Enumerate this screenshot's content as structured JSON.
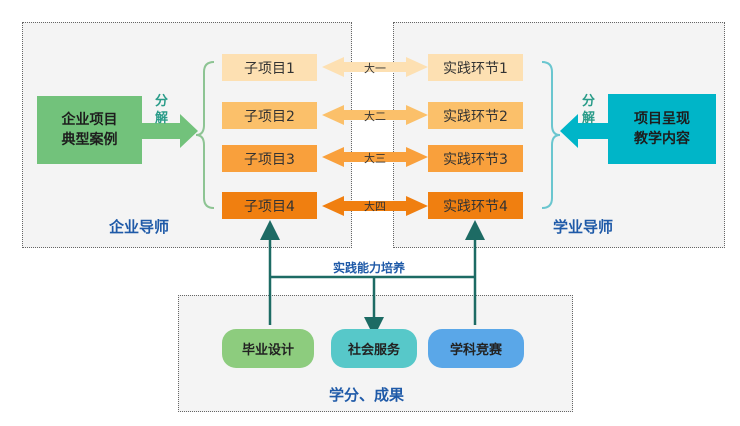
{
  "left_panel": {
    "source_box": [
      "企业项目",
      "典型案例"
    ],
    "split_label": [
      "分",
      "解"
    ],
    "title": "企业导师"
  },
  "right_panel": {
    "source_box": [
      "项目呈现",
      "教学内容"
    ],
    "split_label": [
      "分",
      "解"
    ],
    "title": "学业导师"
  },
  "rows": [
    {
      "project": "子项目1",
      "year": "大一",
      "practice": "实践环节1"
    },
    {
      "project": "子项目2",
      "year": "大二",
      "practice": "实践环节2"
    },
    {
      "project": "子项目3",
      "year": "大三",
      "practice": "实践环节3"
    },
    {
      "project": "子项目4",
      "year": "大四",
      "practice": "实践环节4"
    }
  ],
  "connector_label": "实践能力培养",
  "outcomes": [
    "毕业设计",
    "社会服务",
    "学科竞赛"
  ],
  "bottom_title": "学分、成果",
  "colors": {
    "row_fills": [
      "#fde0b2",
      "#fbc06a",
      "#f9a03c",
      "#f07f10"
    ],
    "green": "#72c27b",
    "teal": "#00b5c8",
    "connector": "#1d6b64",
    "title_blue": "#1f5aa8",
    "outcome_fills": [
      "#8dcc7e",
      "#57c8c9",
      "#5aa7e8"
    ]
  }
}
